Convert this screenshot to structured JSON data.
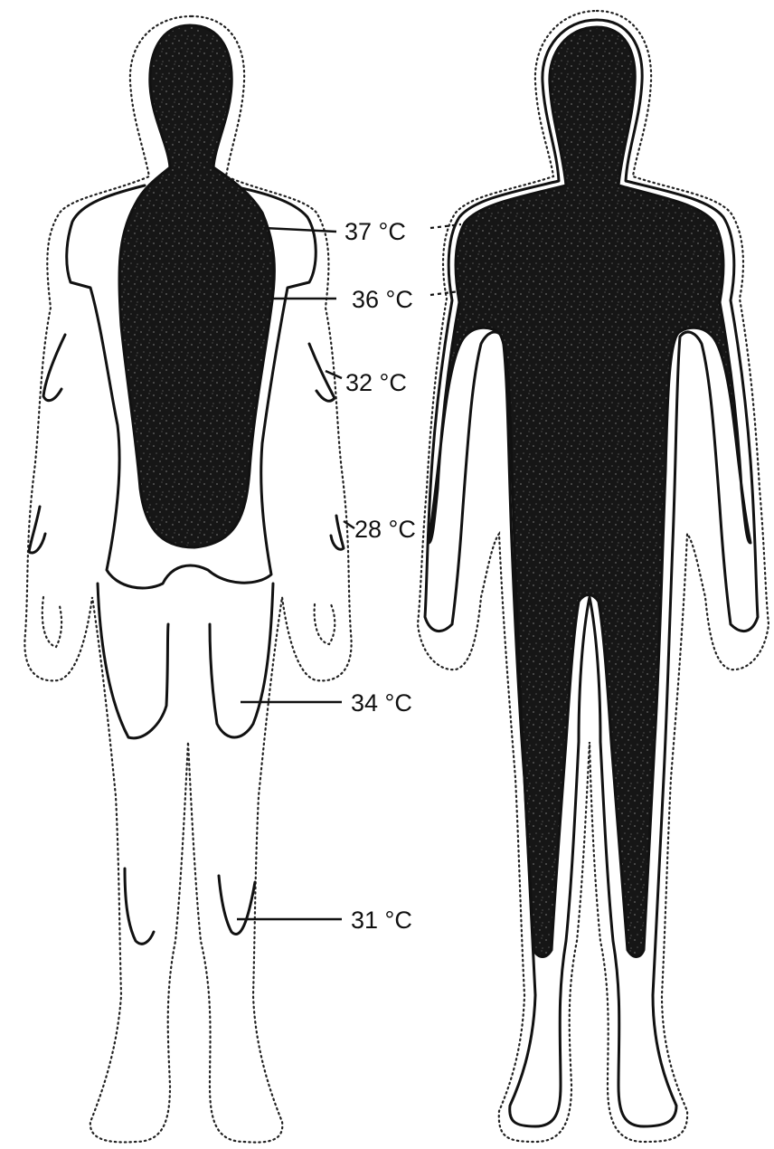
{
  "labels": {
    "t37": "37 °C",
    "t36": "36 °C",
    "t32": "32 °C",
    "t28": "28 °C",
    "t34": "34 °C",
    "t31": "31 °C"
  },
  "colors": {
    "core": "#1a1a1a",
    "outline": "#222222",
    "background": "#ffffff"
  }
}
